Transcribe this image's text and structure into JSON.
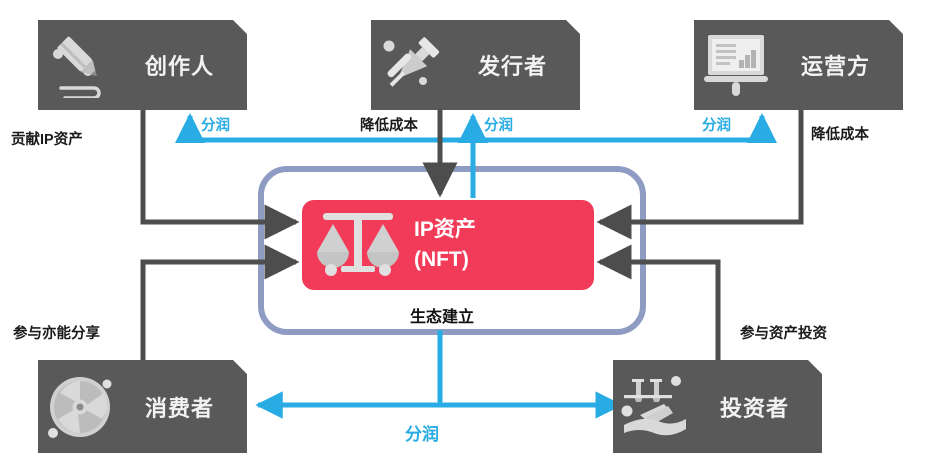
{
  "diagram": {
    "title_text": "IP资产(NFT)生态建立",
    "colors": {
      "role_box": "#595959",
      "asset_card": "#f23a59",
      "accent_blue": "#29ace3",
      "wire_gray": "#4d4d4d",
      "container_slate": "#8e9cc4"
    }
  },
  "roles": {
    "creator": {
      "label": "创作人",
      "icon": "pencil-icon"
    },
    "publisher": {
      "label": "发行者",
      "icon": "pushpin-icon"
    },
    "operator": {
      "label": "运营方",
      "icon": "presentation-chart-icon"
    },
    "consumer": {
      "label": "消费者",
      "icon": "radiation-wheel-icon"
    },
    "investor": {
      "label": "投资者",
      "icon": "hand-coins-icon"
    }
  },
  "center": {
    "line1": "IP资产",
    "line2": "(NFT)",
    "icon": "balance-scales-icon",
    "ecosystem_label": "生态建立"
  },
  "edges": {
    "creator_contrib": "贡献IP资产",
    "share_1": "分润",
    "cost_reduce_1": "降低成本",
    "share_2": "分润",
    "share_3": "分润",
    "cost_reduce_2": "降低成本",
    "consumer_share": "参与亦能分享",
    "investor_invest": "参与资产投资",
    "bottom_share": "分润"
  }
}
